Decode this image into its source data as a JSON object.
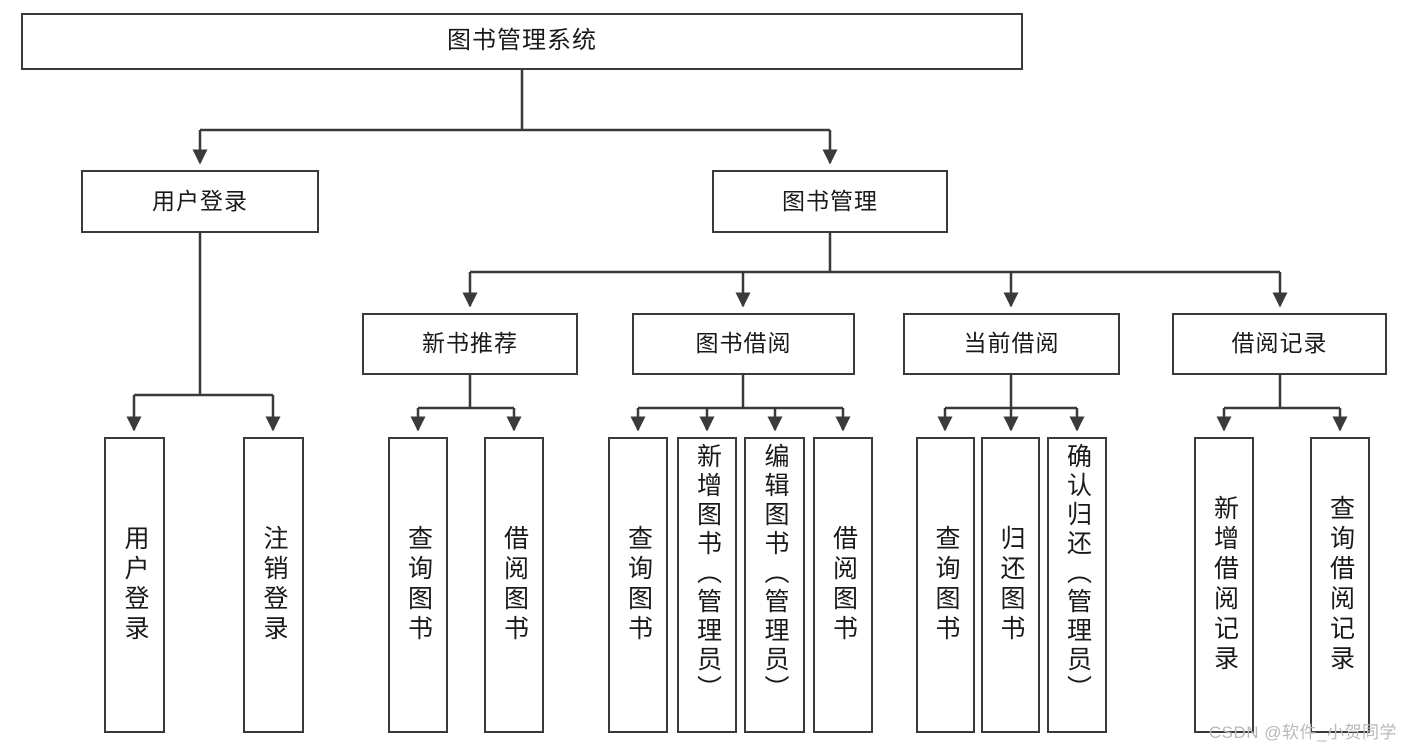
{
  "diagram": {
    "title": "图书管理系统",
    "watermark": "CSDN @软件_小贺同学",
    "line_color": "#3a3a3a",
    "background": "#ffffff",
    "text_color": "#1a1a1a",
    "levels": {
      "root": {
        "label": "图书管理系统"
      },
      "level2": [
        {
          "label": "用户登录"
        },
        {
          "label": "图书管理"
        }
      ],
      "level3": [
        {
          "label": "新书推荐"
        },
        {
          "label": "图书借阅"
        },
        {
          "label": "当前借阅"
        },
        {
          "label": "借阅记录"
        }
      ],
      "leaves": {
        "user_login": [
          {
            "label": "用户登录"
          },
          {
            "label": "注销登录"
          }
        ],
        "new_book": [
          {
            "label": "查询图书"
          },
          {
            "label": "借阅图书"
          }
        ],
        "book_borrow": [
          {
            "label": "查询图书"
          },
          {
            "label": "新增图书（管理员）"
          },
          {
            "label": "编辑图书（管理员）"
          },
          {
            "label": "借阅图书"
          }
        ],
        "current_borrow": [
          {
            "label": "查询图书"
          },
          {
            "label": "归还图书"
          },
          {
            "label": "确认归还（管理员）"
          }
        ],
        "borrow_record": [
          {
            "label": "新增借阅记录"
          },
          {
            "label": "查询借阅记录"
          }
        ]
      }
    }
  }
}
